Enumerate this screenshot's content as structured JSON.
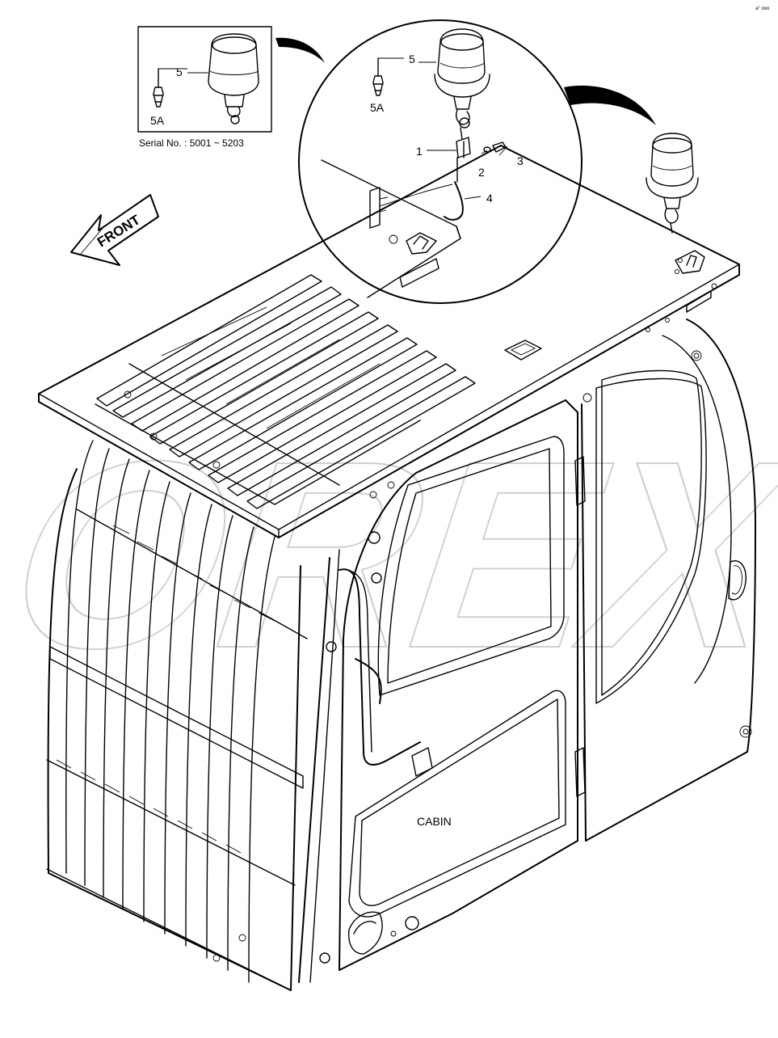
{
  "diagram": {
    "direction_label": "FRONT",
    "main_label": "CABIN",
    "inset": {
      "serial_caption": "Serial No. : 5001 ~ 5203",
      "callouts": {
        "beacon": "5",
        "bulb": "5A"
      }
    },
    "detail": {
      "callouts": {
        "bracket": "1",
        "washer": "2",
        "bolt": "3",
        "harness": "4",
        "beacon": "5",
        "bulb": "5A"
      }
    },
    "corner_mark": "a° ooo",
    "watermark_text": "OREX",
    "colors": {
      "line": "#000000",
      "watermark": "#c8c8c8",
      "background": "#ffffff"
    }
  }
}
